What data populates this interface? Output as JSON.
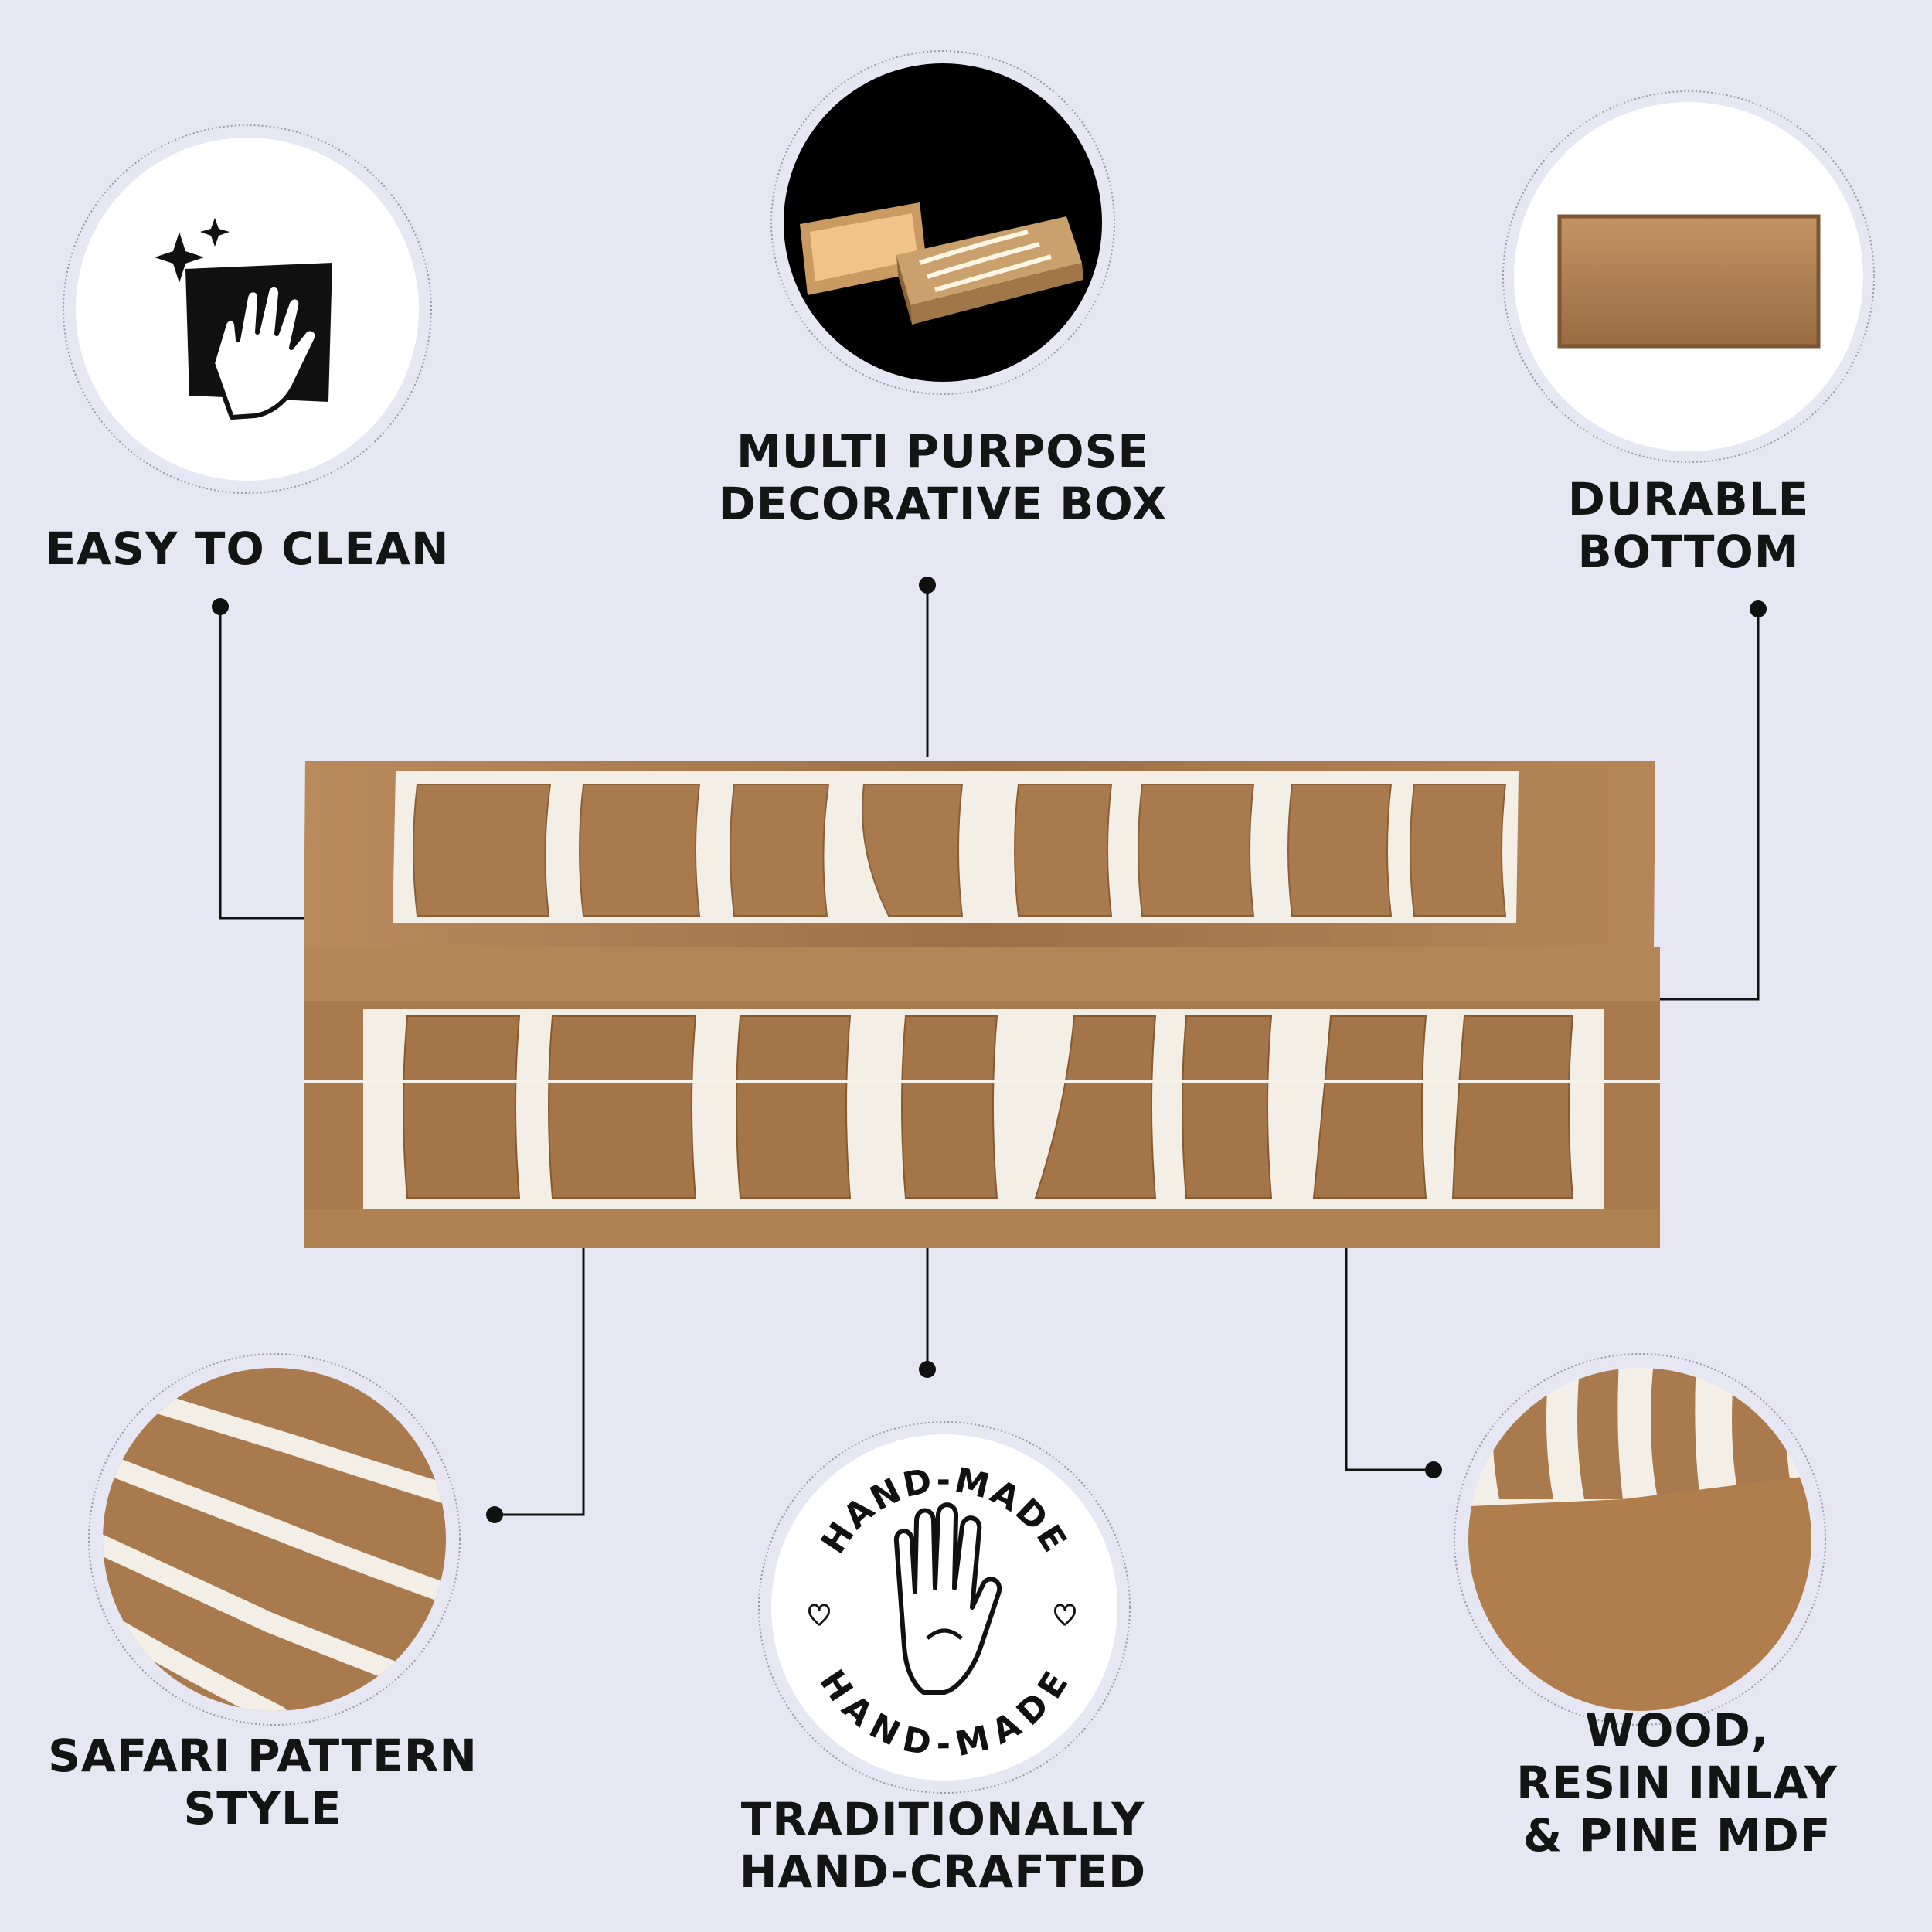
{
  "features": {
    "easy_clean": {
      "lines": [
        "EASY TO CLEAN"
      ],
      "icon": "hand-wipe-icon"
    },
    "multi_purpose": {
      "lines": [
        "MULTI PURPOSE",
        "DECORATIVE BOX"
      ],
      "icon": "open-box-photo"
    },
    "durable_bottom": {
      "lines": [
        "DURABLE",
        "BOTTOM"
      ],
      "icon": "box-bottom-photo"
    },
    "safari_pattern": {
      "lines": [
        "SAFARI PATTERN",
        "STYLE"
      ],
      "icon": "pattern-closeup-photo"
    },
    "hand_crafted": {
      "lines": [
        "TRADITIONALLY",
        "HAND-CRAFTED"
      ],
      "icon": "hand-made-badge"
    },
    "materials": {
      "lines": [
        "WOOD,",
        "RESIN INLAY",
        "& PINE MDF"
      ],
      "icon": "material-closeup-photo"
    }
  },
  "badge": {
    "top_text": "HAND-MADE",
    "bottom_text": "HAND-MADE"
  },
  "colors": {
    "background": "#e6e7f2",
    "text": "#141414",
    "wood": "#a97a4e",
    "inlay": "#f4efe6"
  }
}
